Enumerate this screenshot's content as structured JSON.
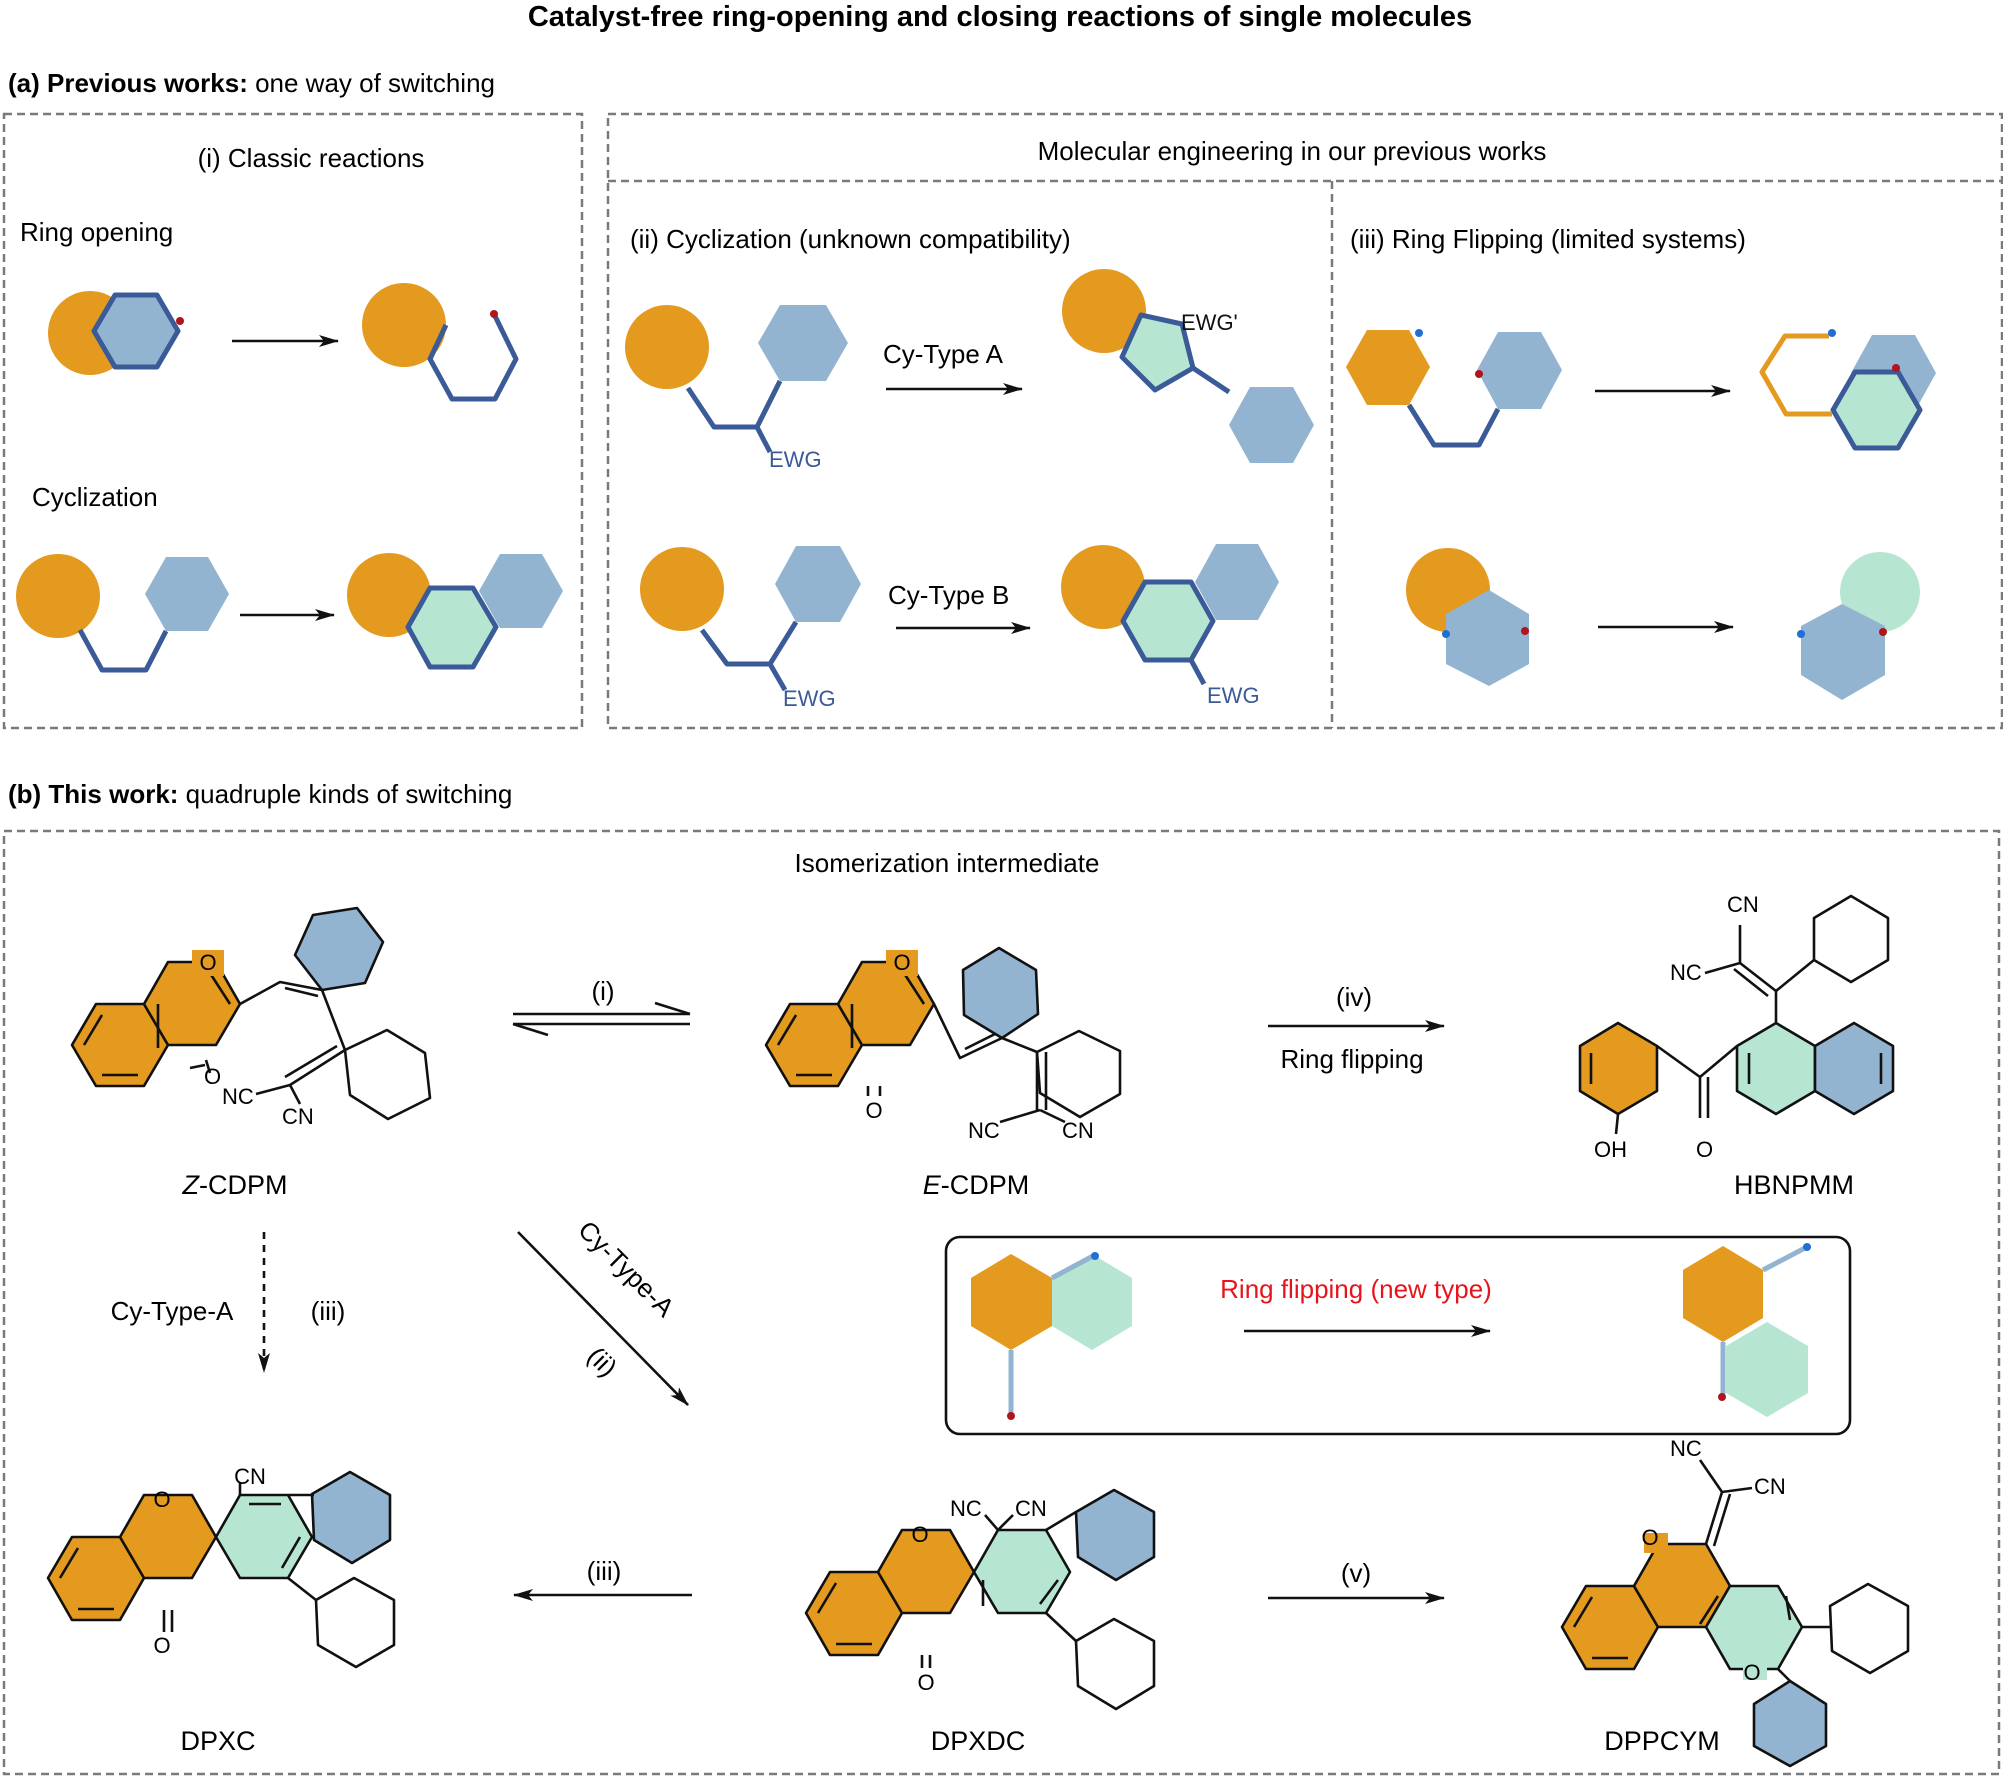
{
  "title": "Catalyst-free ring-opening and closing reactions of single molecules",
  "section_a": {
    "bold": "(a) Previous works:",
    "rest": " one way of switching"
  },
  "section_b": {
    "bold": "(b) This work:",
    "rest": " quadruple kinds of switching"
  },
  "panel_i": {
    "title": "(i) Classic reactions",
    "ring_opening": "Ring opening",
    "cyclization": "Cyclization"
  },
  "molecular_engineering": "Molecular engineering in our previous works",
  "panel_ii": {
    "title": "(ii) Cyclization (unknown compatibility)",
    "type_a": "Cy-Type A",
    "type_b": "Cy-Type B",
    "ewg": "EWG",
    "ewg_prime": "EWG'"
  },
  "panel_iii": {
    "title": "(iii) Ring Flipping (limited systems)"
  },
  "this_work": {
    "isomerization": "Isomerization intermediate",
    "arrow_i": "(i)",
    "arrow_iv": "(iv)",
    "ring_flipping": "Ring flipping",
    "cy_type_a": "Cy-Type-A",
    "arrow_ii": "(ii)",
    "arrow_iii": "(iii)",
    "arrow_v": "(v)",
    "new_type": "Ring flipping (new type)"
  },
  "molecules": {
    "z_prefix": "Z",
    "z_suffix": "-CDPM",
    "e_prefix": "E",
    "e_suffix": "-CDPM",
    "hbnpmm": "HBNPMM",
    "dpxc": "DPXC",
    "dpxdc": "DPXDC",
    "dppcym": "DPPCYM"
  },
  "atoms": {
    "O": "O",
    "CN": "CN",
    "NC": "NC",
    "OH": "OH"
  },
  "colors": {
    "orange": "#E4991F",
    "blue": "#93B4D0",
    "green": "#B6E6D2",
    "line_blue": "#3A5A98",
    "red_dot": "#B0141C",
    "blue_dot": "#1F6FD6",
    "new_type_red": "#E8141C",
    "light_blue_bond": "#93B4D0"
  }
}
